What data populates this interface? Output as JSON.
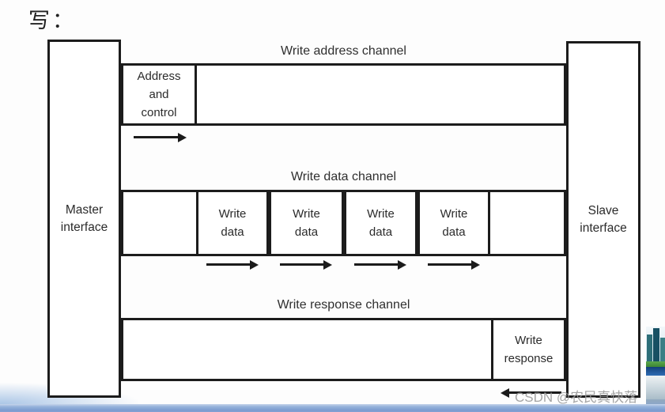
{
  "title": "写：",
  "master": {
    "label": "Master interface"
  },
  "slave": {
    "label": "Slave interface"
  },
  "channels": {
    "address": {
      "title": "Write address channel",
      "box_label": "Address and control",
      "direction": "master-to-slave"
    },
    "data": {
      "title": "Write data channel",
      "box_labels": [
        "Write data",
        "Write data",
        "Write data",
        "Write data"
      ],
      "direction": "master-to-slave"
    },
    "response": {
      "title": "Write response channel",
      "box_label": "Write response",
      "direction": "slave-to-master"
    }
  },
  "watermark": "CSDN @农民真快落",
  "colors": {
    "line": "#1c1c1c",
    "text": "#2b2b2b",
    "watermark": "#9b9b9b",
    "bottom_bar": "#7b9ccf"
  }
}
